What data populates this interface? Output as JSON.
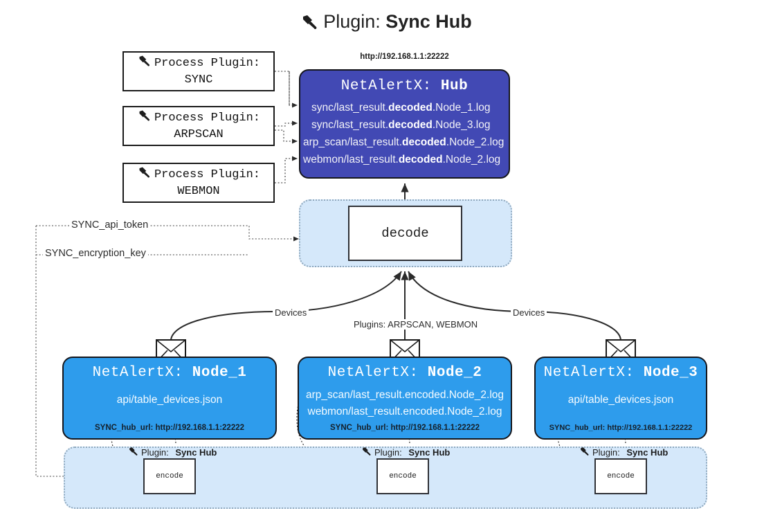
{
  "page": {
    "title_prefix": "Plugin:",
    "title_name": "Sync Hub",
    "title_icon": "plug-icon"
  },
  "process_plugins": [
    {
      "line1": "Process Plugin:",
      "line2": "SYNC",
      "icon": "plug-icon"
    },
    {
      "line1": "Process Plugin:",
      "line2": "ARPSCAN",
      "icon": "plug-icon"
    },
    {
      "line1": "Process Plugin:",
      "line2": "WEBMON",
      "icon": "plug-icon"
    }
  ],
  "hub": {
    "url": "http://192.168.1.1:22222",
    "title_prefix": "NetAlertX:",
    "title_name": "Hub",
    "logs": [
      {
        "pre": "sync/last_result.",
        "mid": "decoded",
        "post": ".Node_1.log"
      },
      {
        "pre": "sync/last_result.",
        "mid": "decoded",
        "post": ".Node_3.log"
      },
      {
        "pre": "arp_scan/last_result.",
        "mid": "decoded",
        "post": ".Node_2.log"
      },
      {
        "pre": "webmon/last_result.",
        "mid": "decoded",
        "post": ".Node_2.log"
      }
    ]
  },
  "decode": {
    "label": "decode"
  },
  "tokens": {
    "api_token": "SYNC_api_token",
    "encryption_key": "SYNC_encryption_key"
  },
  "edge_labels": {
    "devices_left": "Devices",
    "devices_right": "Devices",
    "plugins_middle": "Plugins: ARPSCAN, WEBMON"
  },
  "nodes": [
    {
      "title_prefix": "NetAlertX:",
      "title_name": "Node_1",
      "lines": [
        "api/table_devices.json"
      ],
      "footer": "SYNC_hub_url: http://192.168.1.1:22222",
      "icon": "envelope-icon"
    },
    {
      "title_prefix": "NetAlertX:",
      "title_name": "Node_2",
      "lines": [
        "arp_scan/last_result.encoded.Node_2.log",
        "webmon/last_result.encoded.Node_2.log"
      ],
      "footer": "SYNC_hub_url: http://192.168.1.1:22222",
      "icon": "envelope-icon"
    },
    {
      "title_prefix": "NetAlertX:",
      "title_name": "Node_3",
      "lines": [
        "api/table_devices.json"
      ],
      "footer": "SYNC_hub_url: http://192.168.1.1:22222",
      "icon": "envelope-icon"
    }
  ],
  "encoders": [
    {
      "caption_prefix": "Plugin:",
      "caption_name": "Sync Hub",
      "label": "encode",
      "icon": "plug-icon"
    },
    {
      "caption_prefix": "Plugin:",
      "caption_name": "Sync Hub",
      "label": "encode",
      "icon": "plug-icon"
    },
    {
      "caption_prefix": "Plugin:",
      "caption_name": "Sync Hub",
      "label": "encode",
      "icon": "plug-icon"
    }
  ],
  "colors": {
    "hub_fill": "#4249b4",
    "node_fill": "#2e9cec",
    "group_fill": "#d5e8fa",
    "stroke": "#15161c",
    "page_bg": "#ffffff"
  }
}
